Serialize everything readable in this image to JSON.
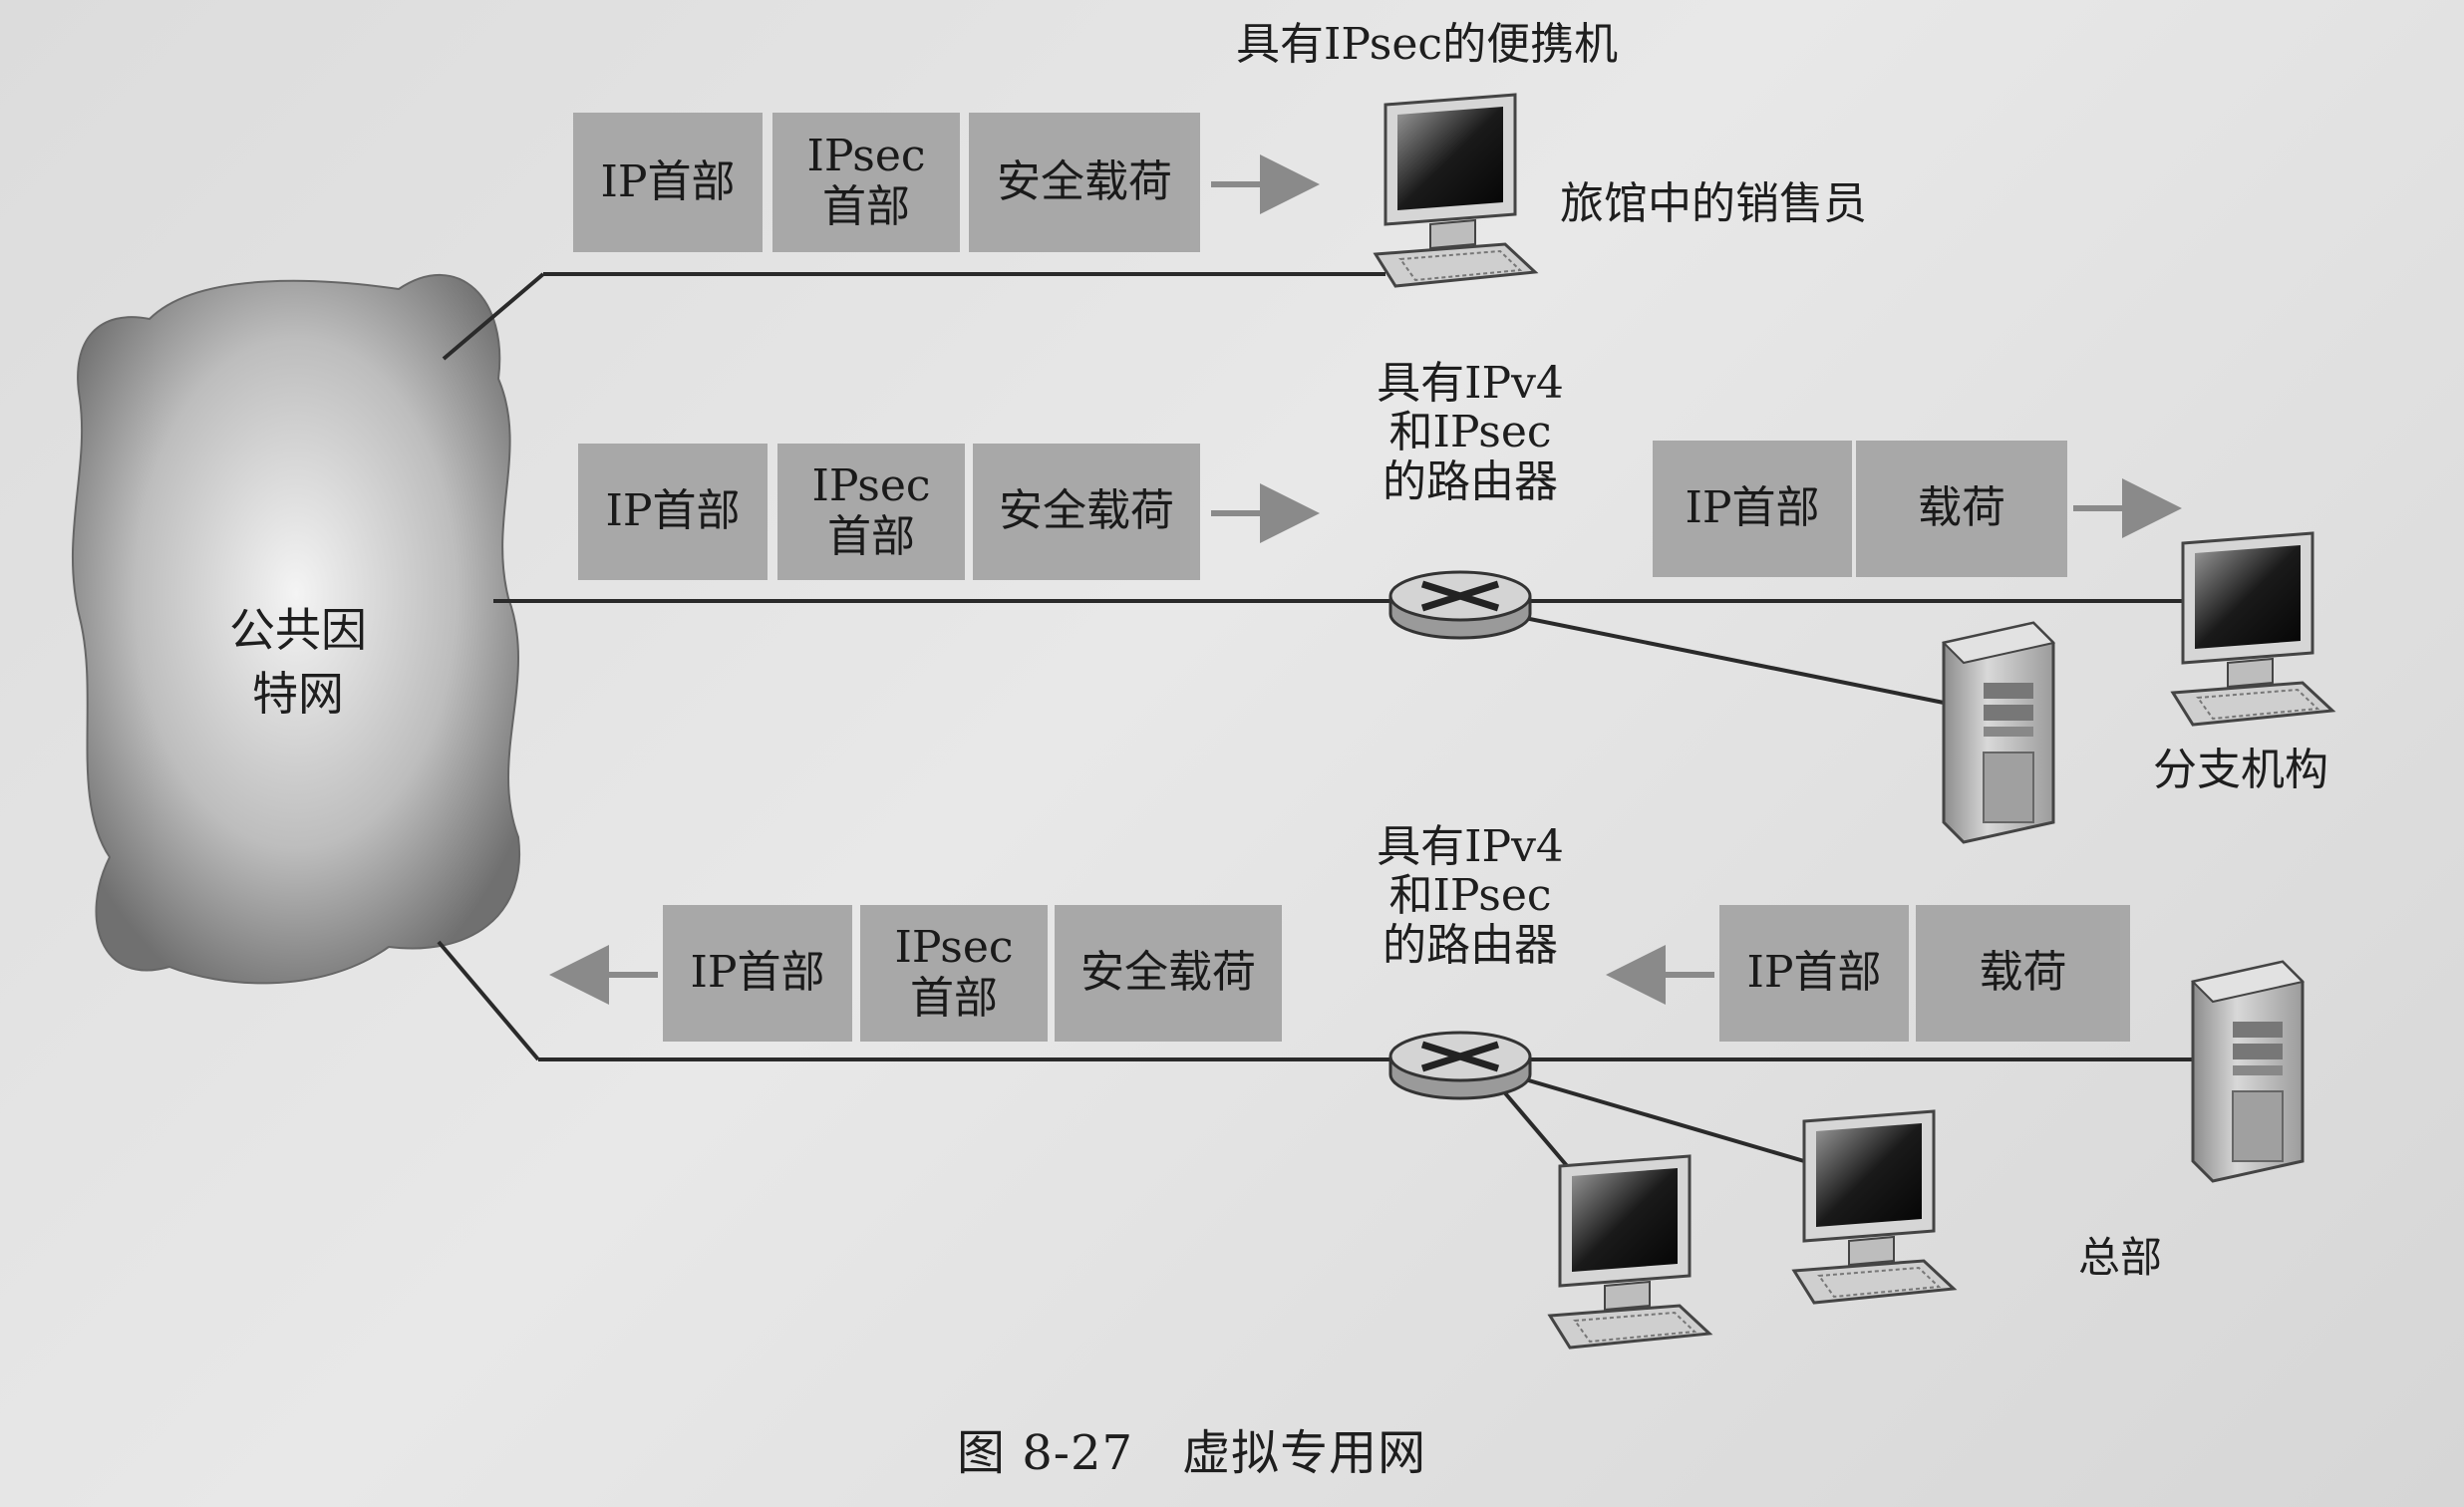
{
  "figure_caption": "图 8-27　虚拟专用网",
  "cloud_label_line1": "公共因",
  "cloud_label_line2": "特网",
  "laptop_title": "具有IPsec的便携机",
  "laptop_sub": "旅馆中的销售员",
  "router1_lines": [
    "具有IPv4",
    "和IPsec",
    "的路由器"
  ],
  "router2_lines": [
    "具有IPv4",
    "和IPsec",
    "的路由器"
  ],
  "branch_label": "分支机构",
  "hq_label": "总部",
  "packet_ip_header": "IP首部",
  "packet_ipsec_line1": "IPsec",
  "packet_ipsec_line2": "首部",
  "packet_secure_payload": "安全载荷",
  "packet_payload": "载荷",
  "colors": {
    "packet_box": "#a8a8a8",
    "line": "#2a2a2a",
    "arrow": "#8a8a8a"
  }
}
